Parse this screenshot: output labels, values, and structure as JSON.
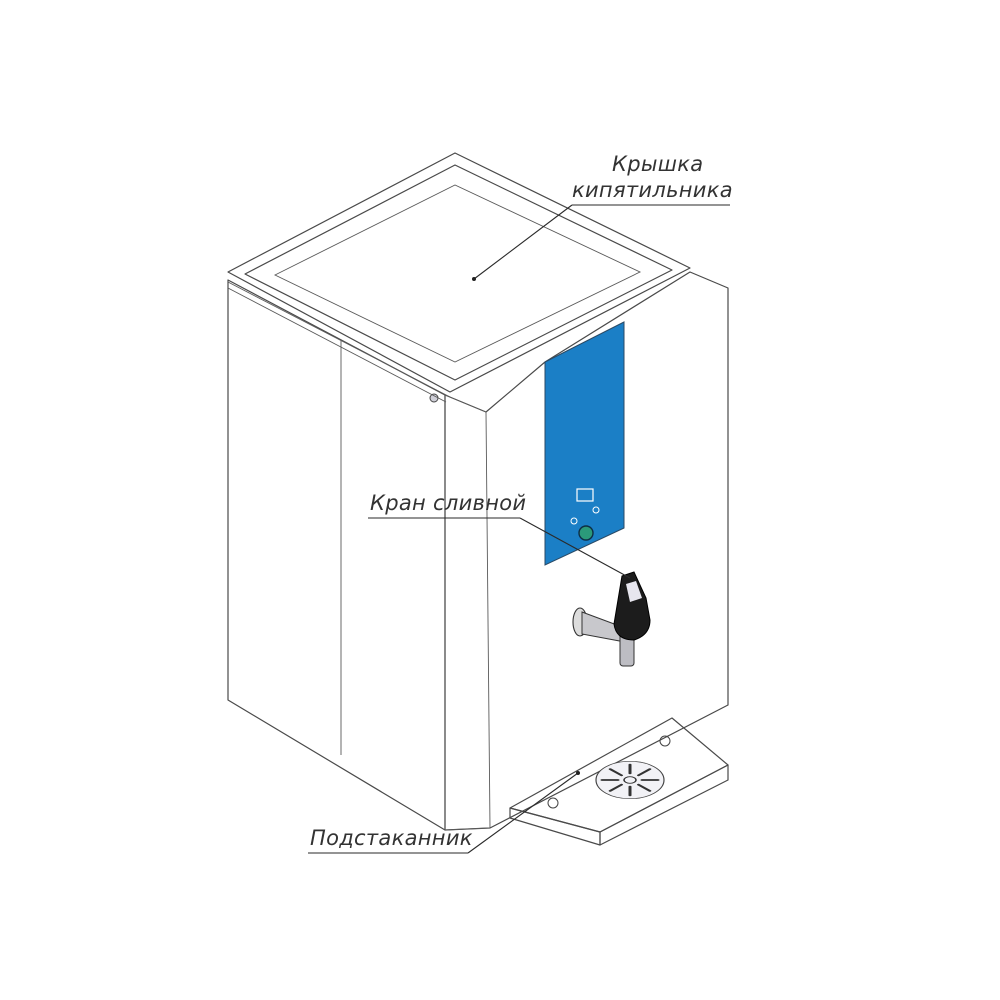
{
  "labels": {
    "lid_line1": "Крышка",
    "lid_line2": "кипятильника",
    "tap": "Кран сливной",
    "cup_holder": "Подстаканник"
  },
  "colors": {
    "body": "#dcdbe6",
    "body_front": "#e7e6ee",
    "lid": "#e2e1ea",
    "panel": "#1b7fc6",
    "tray": "#e9e8ef",
    "tap_handle": "#1c1c1c",
    "outline": "#4a4a4a"
  }
}
